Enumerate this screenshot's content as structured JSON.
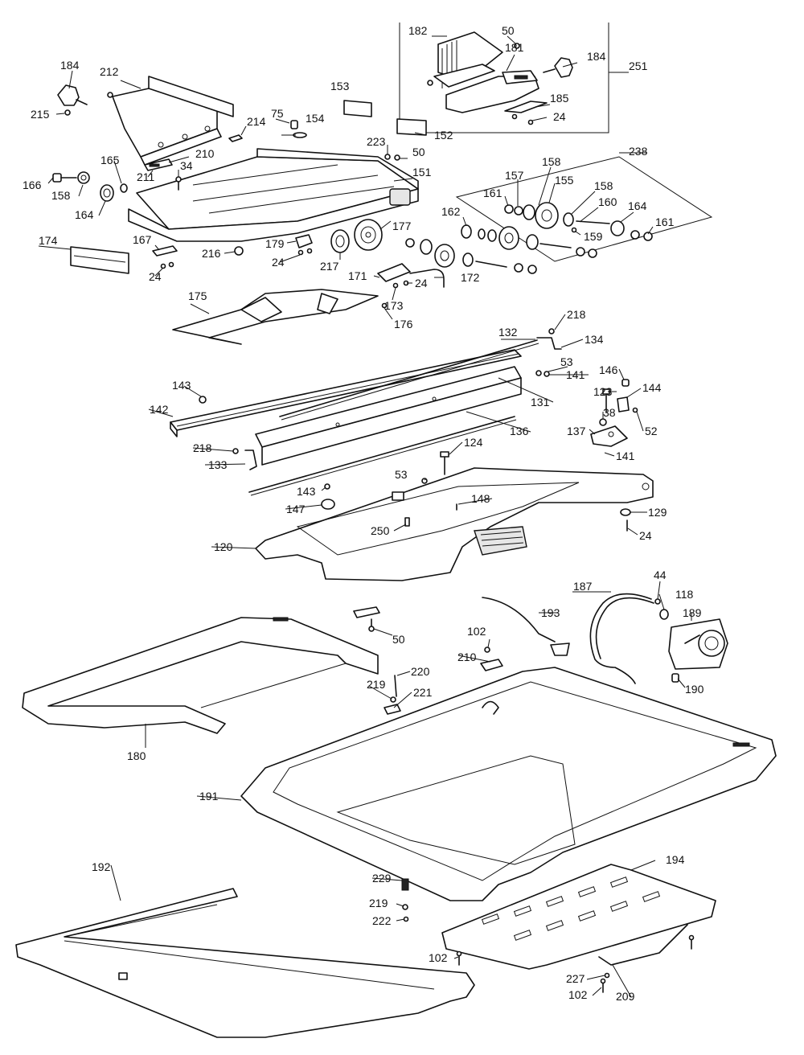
{
  "callouts": [
    {
      "id": "c182",
      "text": "182"
    },
    {
      "id": "c50a",
      "text": "50"
    },
    {
      "id": "c181",
      "text": "181"
    },
    {
      "id": "c184a",
      "text": "184"
    },
    {
      "id": "c251",
      "text": "251"
    },
    {
      "id": "c185",
      "text": "185"
    },
    {
      "id": "c24a",
      "text": "24"
    },
    {
      "id": "c184b",
      "text": "184"
    },
    {
      "id": "c212",
      "text": "212"
    },
    {
      "id": "c215",
      "text": "215"
    },
    {
      "id": "c153",
      "text": "153"
    },
    {
      "id": "c75",
      "text": "75"
    },
    {
      "id": "c154",
      "text": "154"
    },
    {
      "id": "c214",
      "text": "214"
    },
    {
      "id": "c152",
      "text": "152"
    },
    {
      "id": "c223",
      "text": "223"
    },
    {
      "id": "c50b",
      "text": "50"
    },
    {
      "id": "c238",
      "text": "238"
    },
    {
      "id": "c165",
      "text": "165"
    },
    {
      "id": "c210a",
      "text": "210"
    },
    {
      "id": "c34",
      "text": "34"
    },
    {
      "id": "c151",
      "text": "151"
    },
    {
      "id": "c166",
      "text": "166"
    },
    {
      "id": "c158a",
      "text": "158"
    },
    {
      "id": "c211",
      "text": "211"
    },
    {
      "id": "c164a",
      "text": "164"
    },
    {
      "id": "c157",
      "text": "157"
    },
    {
      "id": "c158b",
      "text": "158"
    },
    {
      "id": "c161a",
      "text": "161"
    },
    {
      "id": "c155",
      "text": "155"
    },
    {
      "id": "c158c",
      "text": "158"
    },
    {
      "id": "c160",
      "text": "160"
    },
    {
      "id": "c164b",
      "text": "164"
    },
    {
      "id": "c161b",
      "text": "161"
    },
    {
      "id": "c159",
      "text": "159"
    },
    {
      "id": "c162",
      "text": "162"
    },
    {
      "id": "c177",
      "text": "177"
    },
    {
      "id": "c174",
      "text": "174"
    },
    {
      "id": "c167",
      "text": "167"
    },
    {
      "id": "c179",
      "text": "179"
    },
    {
      "id": "c216",
      "text": "216"
    },
    {
      "id": "c24b",
      "text": "24"
    },
    {
      "id": "c24c",
      "text": "24"
    },
    {
      "id": "c217",
      "text": "217"
    },
    {
      "id": "c171",
      "text": "171"
    },
    {
      "id": "c24d",
      "text": "24"
    },
    {
      "id": "c172",
      "text": "172"
    },
    {
      "id": "c173",
      "text": "173"
    },
    {
      "id": "c175",
      "text": "175"
    },
    {
      "id": "c176",
      "text": "176"
    },
    {
      "id": "c218a",
      "text": "218"
    },
    {
      "id": "c132",
      "text": "132"
    },
    {
      "id": "c134",
      "text": "134"
    },
    {
      "id": "c53a",
      "text": "53"
    },
    {
      "id": "c141a",
      "text": "141"
    },
    {
      "id": "c146",
      "text": "146"
    },
    {
      "id": "c143a",
      "text": "143"
    },
    {
      "id": "c123",
      "text": "123"
    },
    {
      "id": "c144",
      "text": "144"
    },
    {
      "id": "c131",
      "text": "131"
    },
    {
      "id": "c142",
      "text": "142"
    },
    {
      "id": "c38",
      "text": "38"
    },
    {
      "id": "c52",
      "text": "52"
    },
    {
      "id": "c137",
      "text": "137"
    },
    {
      "id": "c136",
      "text": "136"
    },
    {
      "id": "c124",
      "text": "124"
    },
    {
      "id": "c218b",
      "text": "218"
    },
    {
      "id": "c133",
      "text": "133"
    },
    {
      "id": "c141b",
      "text": "141"
    },
    {
      "id": "c53b",
      "text": "53"
    },
    {
      "id": "c143b",
      "text": "143"
    },
    {
      "id": "c148",
      "text": "148"
    },
    {
      "id": "c147",
      "text": "147"
    },
    {
      "id": "c129",
      "text": "129"
    },
    {
      "id": "c250",
      "text": "250"
    },
    {
      "id": "c24e",
      "text": "24"
    },
    {
      "id": "c120",
      "text": "120"
    },
    {
      "id": "c44",
      "text": "44"
    },
    {
      "id": "c187",
      "text": "187"
    },
    {
      "id": "c118",
      "text": "118"
    },
    {
      "id": "c193",
      "text": "193"
    },
    {
      "id": "c189",
      "text": "189"
    },
    {
      "id": "c102a",
      "text": "102"
    },
    {
      "id": "c50c",
      "text": "50"
    },
    {
      "id": "c210b",
      "text": "210"
    },
    {
      "id": "c220",
      "text": "220"
    },
    {
      "id": "c219a",
      "text": "219"
    },
    {
      "id": "c221",
      "text": "221"
    },
    {
      "id": "c190",
      "text": "190"
    },
    {
      "id": "c180",
      "text": "180"
    },
    {
      "id": "c191",
      "text": "191"
    },
    {
      "id": "c192",
      "text": "192"
    },
    {
      "id": "c194",
      "text": "194"
    },
    {
      "id": "c229",
      "text": "229"
    },
    {
      "id": "c219b",
      "text": "219"
    },
    {
      "id": "c222",
      "text": "222"
    },
    {
      "id": "c102b",
      "text": "102"
    },
    {
      "id": "c227",
      "text": "227"
    },
    {
      "id": "c102c",
      "text": "102"
    },
    {
      "id": "c209",
      "text": "209"
    }
  ]
}
